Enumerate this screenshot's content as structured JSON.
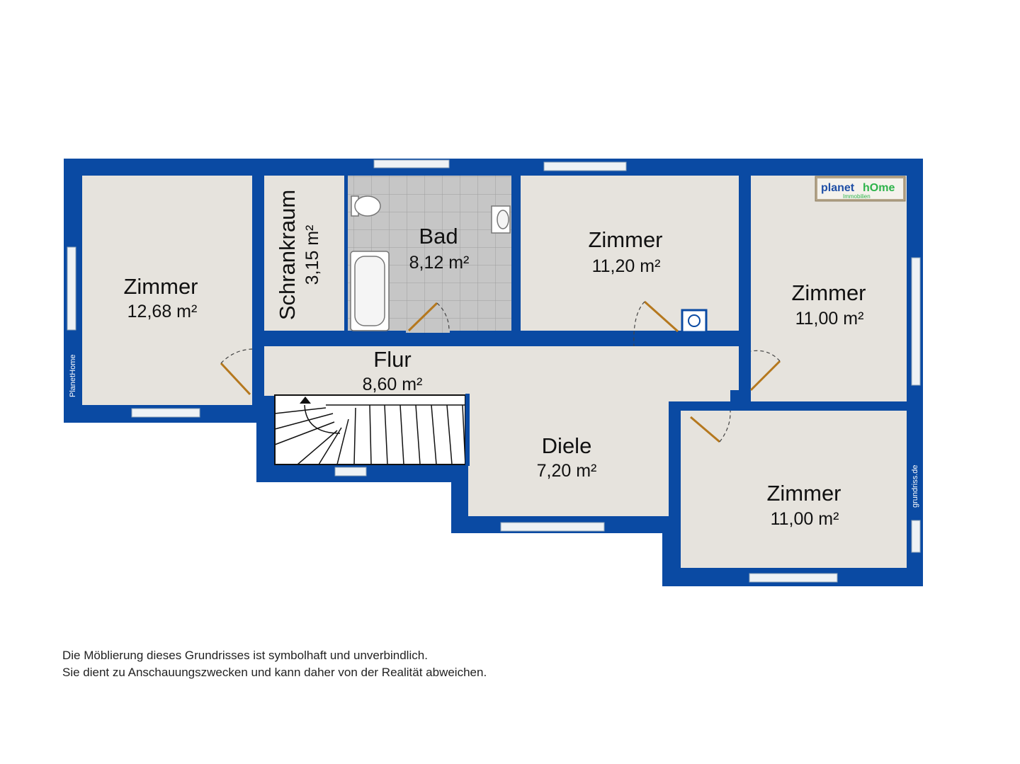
{
  "colors": {
    "wall": "#0a4aa3",
    "floor": "#e6e3dd",
    "tile": "#c9c9c9",
    "window": "#f0f3f6",
    "door": "#b5781e"
  },
  "rooms": {
    "zimmer_west": {
      "name": "Zimmer",
      "area": "12,68 m²"
    },
    "schrankraum": {
      "name": "Schrankraum",
      "area": "3,15 m²"
    },
    "bad": {
      "name": "Bad",
      "area": "8,12 m²"
    },
    "zimmer_mitte": {
      "name": "Zimmer",
      "area": "11,20 m²"
    },
    "zimmer_ost": {
      "name": "Zimmer",
      "area": "11,00 m²"
    },
    "flur": {
      "name": "Flur",
      "area": "8,60 m²"
    },
    "diele": {
      "name": "Diele",
      "area": "7,20 m²"
    },
    "zimmer_suedost": {
      "name": "Zimmer",
      "area": "11,00 m²"
    }
  },
  "labels": {
    "side_left": "PlanetHome",
    "side_right": "grundriss.de"
  },
  "logo": {
    "part1": "planet",
    "part2": "hOme",
    "sub": "Immobilien"
  },
  "disclaimer": {
    "line1": "Die Möblierung dieses Grundrisses ist symbolhaft und unverbindlich.",
    "line2": "Sie dient zu Anschauungszwecken und kann daher von der Realität abweichen."
  }
}
